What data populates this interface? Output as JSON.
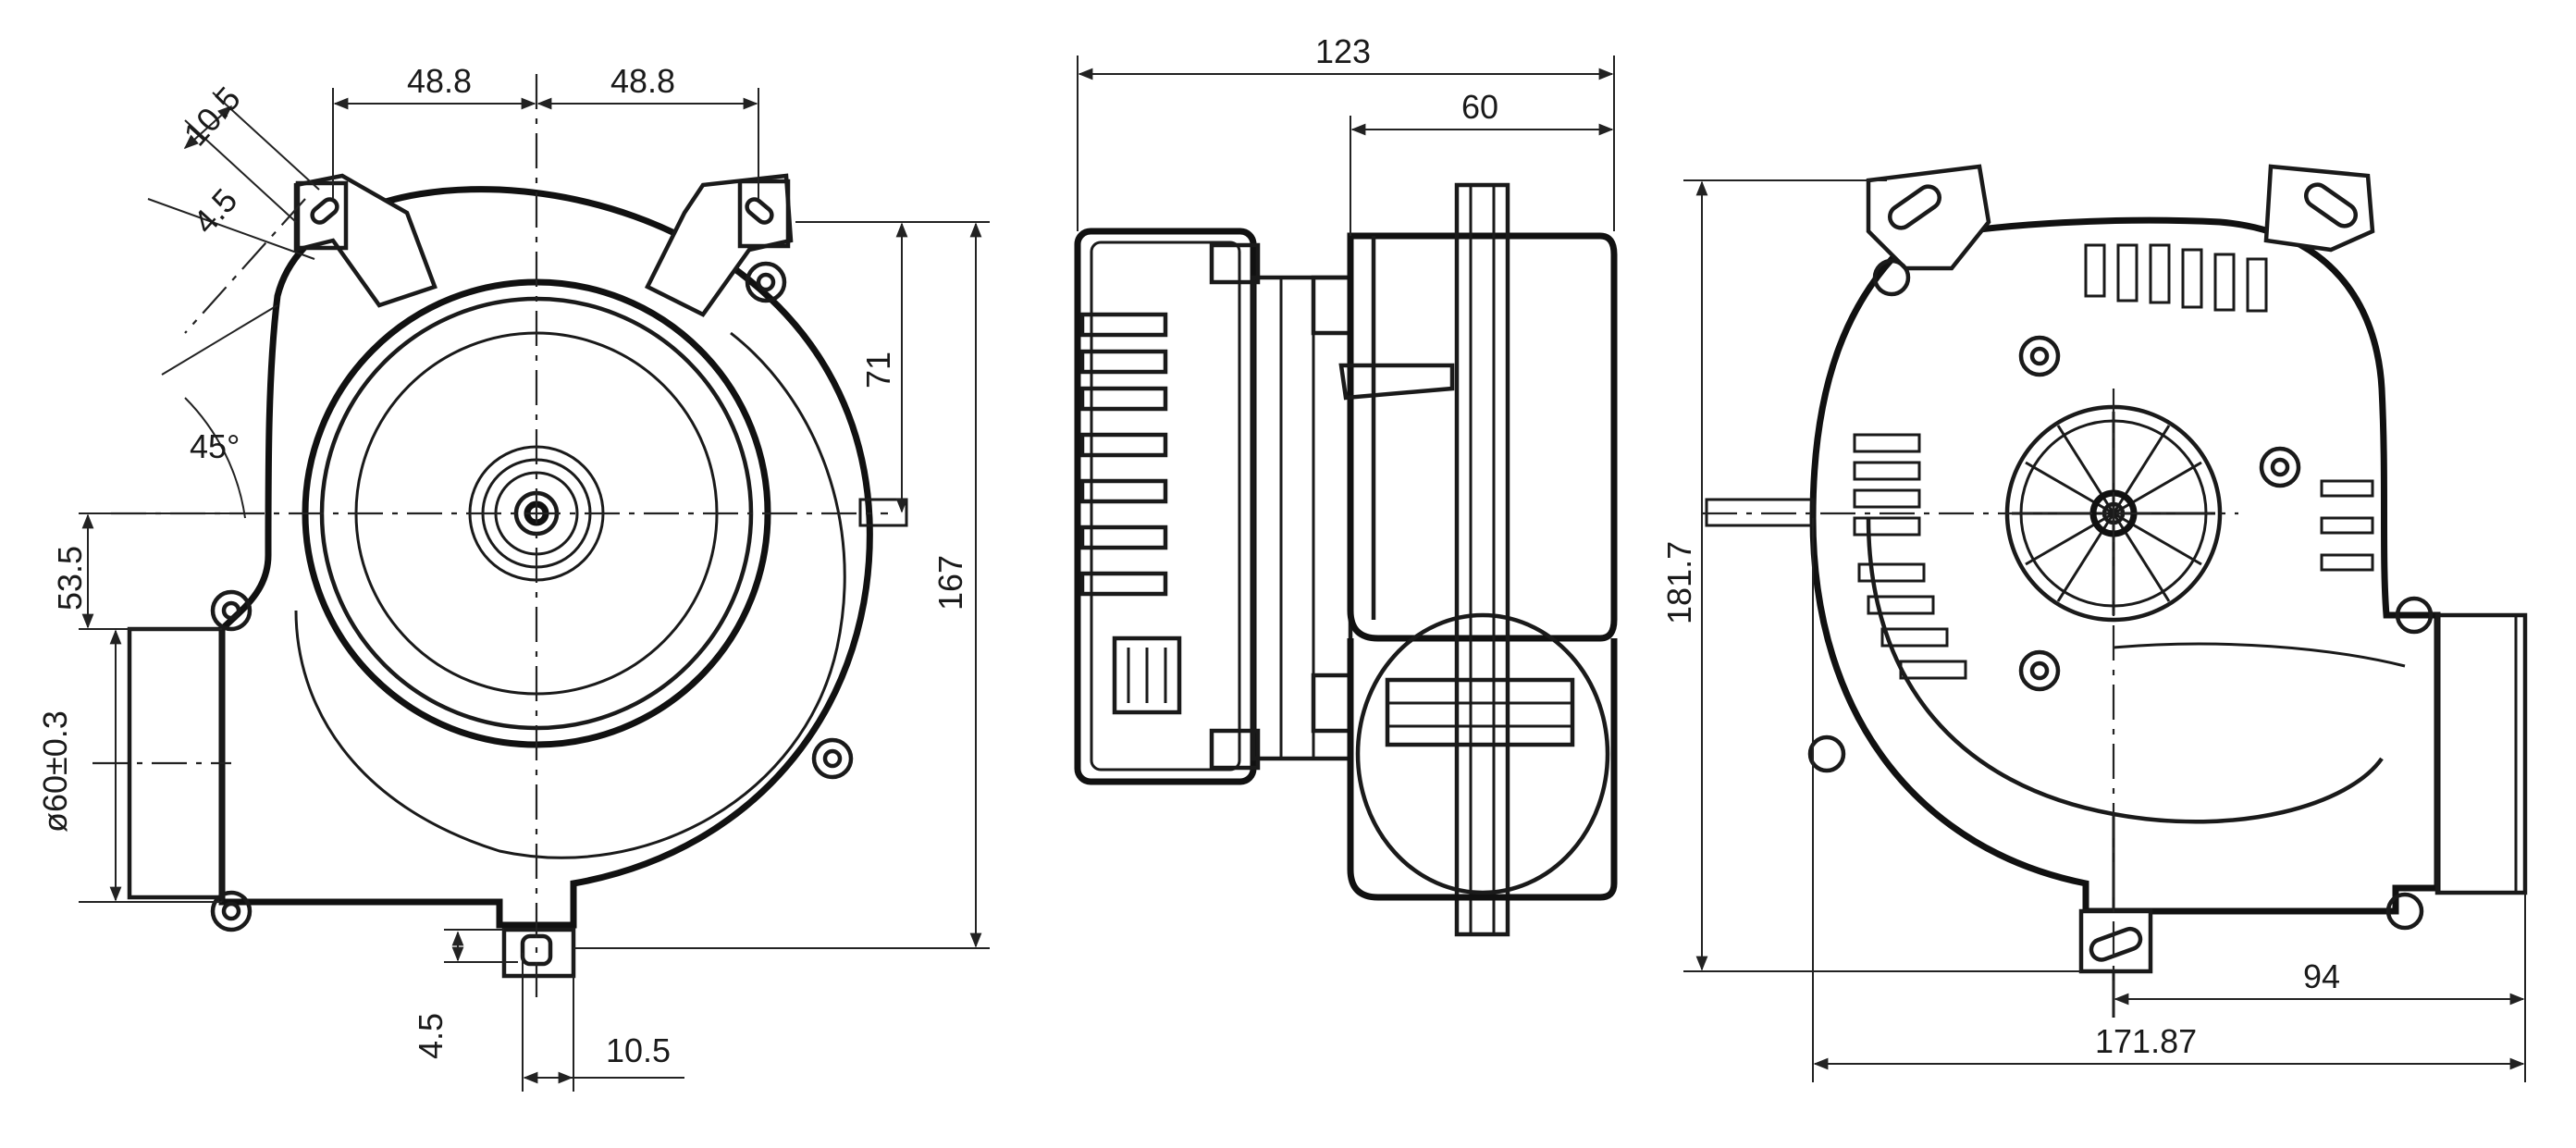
{
  "views": {
    "front": {
      "dimensions": {
        "bracket_width": "10.5",
        "hole_offset": "4.5",
        "half_spacing_left": "48.8",
        "half_spacing_right": "48.8",
        "angle": "45°",
        "inlet_offset": "53.5",
        "inlet_diameter": "ø60±0.3",
        "overall_height": "167",
        "upper_height": "71",
        "bottom_hole_offset": "4.5",
        "bottom_bracket_width": "10.5"
      }
    },
    "side": {
      "dimensions": {
        "overall_depth": "123",
        "housing_depth": "60"
      }
    },
    "rear": {
      "dimensions": {
        "overall_height": "181.7",
        "outlet_offset": "94",
        "overall_width": "171.87"
      }
    }
  }
}
